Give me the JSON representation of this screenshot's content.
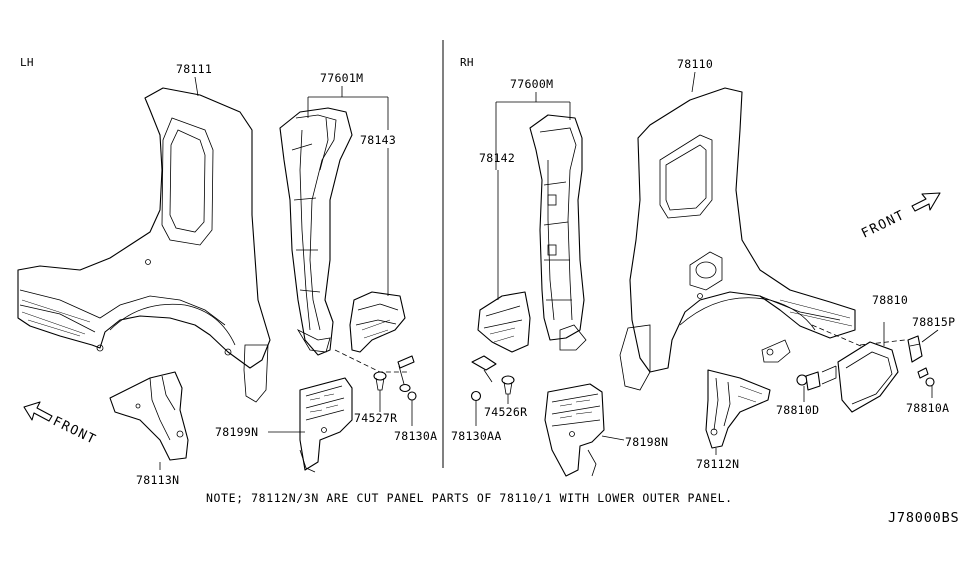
{
  "sides": {
    "left": "LH",
    "right": "RH"
  },
  "front_label": "FRONT",
  "parts": {
    "p78111": "78111",
    "p77601M": "77601M",
    "p78143": "78143",
    "p78113N": "78113N",
    "p78199N": "78199N",
    "p74527R": "74527R",
    "p78130A": "78130A",
    "p77600M": "77600M",
    "p78142": "78142",
    "p78110": "78110",
    "p78130AA": "78130AA",
    "p74526R": "74526R",
    "p78198N": "78198N",
    "p78112N": "78112N",
    "p78810": "78810",
    "p78815P": "78815P",
    "p78810D": "78810D",
    "p78810A": "78810A"
  },
  "note": "NOTE; 78112N/3N ARE CUT PANEL PARTS OF 78110/1 WITH LOWER OUTER PANEL.",
  "diagram_code": "J78000BS"
}
